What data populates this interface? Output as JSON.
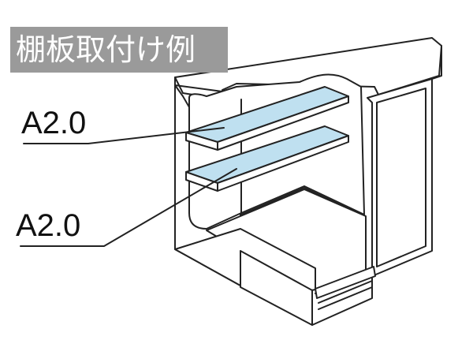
{
  "title": "棚板取付け例",
  "callouts": {
    "upper_shelf": "A2.0",
    "lower_shelf": "A2.0"
  },
  "colors": {
    "title_background": "#9a9a9a",
    "title_text": "#ffffff",
    "shelf_fill": "#bfe0f0",
    "line": "#222222",
    "cabinet_fill": "#ffffff"
  }
}
